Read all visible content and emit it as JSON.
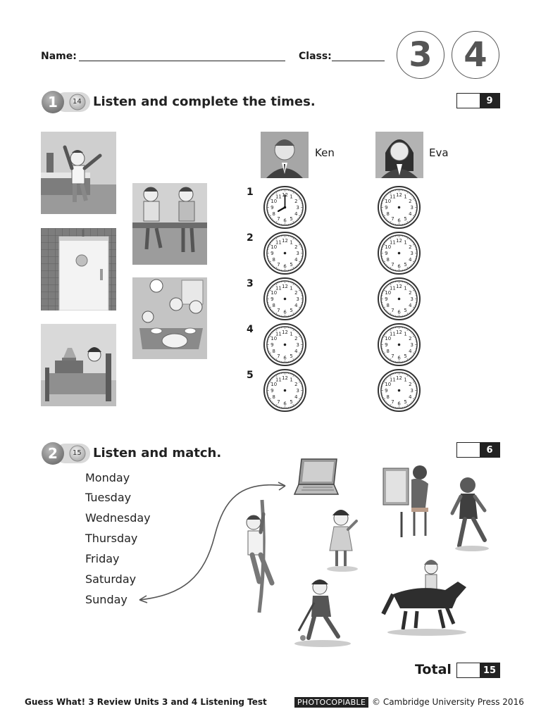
{
  "header": {
    "name_label": "Name:",
    "class_label": "Class:",
    "unit_numbers": [
      "3",
      "4"
    ]
  },
  "exercise1": {
    "number": "1",
    "track": "14",
    "title": "Listen and complete the times.",
    "score": "9",
    "people": [
      {
        "name": "Ken"
      },
      {
        "name": "Eva"
      }
    ],
    "rows": [
      "1",
      "2",
      "3",
      "4",
      "5"
    ],
    "example_clock": {
      "hour": 8,
      "minute": 0
    }
  },
  "exercise2": {
    "number": "2",
    "track": "15",
    "title": "Listen and match.",
    "score": "6",
    "days": [
      "Monday",
      "Tuesday",
      "Wednesday",
      "Thursday",
      "Friday",
      "Saturday",
      "Sunday"
    ]
  },
  "total": {
    "label": "Total",
    "score": "15"
  },
  "footer": {
    "left": "Guess What! 3 Review Units 3 and 4 Listening Test",
    "badge": "PHOTOCOPIABLE",
    "right": "© Cambridge University Press 2016"
  }
}
